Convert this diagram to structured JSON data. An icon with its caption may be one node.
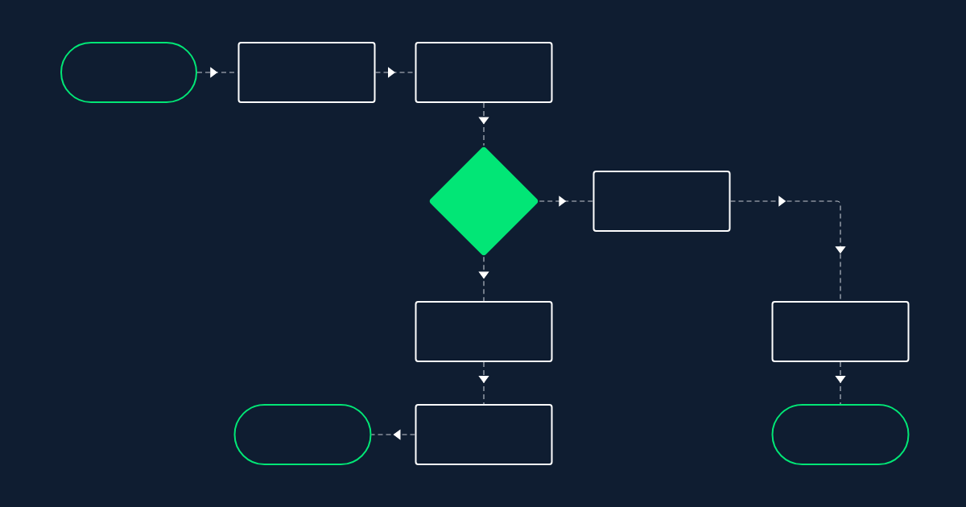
{
  "diagram": {
    "nodes": [
      {
        "text": [],
        "shape": "pill"
      },
      {
        "text": [],
        "shape": "box"
      },
      {
        "text": [],
        "shape": "box"
      },
      {
        "text": [],
        "shape": "diamond"
      },
      {
        "text": [],
        "shape": "box"
      },
      {
        "text": [],
        "shape": "box"
      },
      {
        "text": [],
        "shape": "box"
      },
      {
        "text": [],
        "shape": "pill"
      },
      {
        "text": [],
        "shape": "box"
      },
      {
        "text": [],
        "shape": "pill"
      }
    ],
    "edges": [
      {
        "from": 0,
        "to": 1,
        "arrow": "to",
        "style": "dashed"
      },
      {
        "from": 1,
        "to": 2,
        "arrow": "to",
        "style": "dashed"
      },
      {
        "from": 2,
        "to": 3,
        "arrow": "to",
        "style": "dashed"
      },
      {
        "from": 3,
        "to": 4,
        "arrow": "to",
        "style": "dashed"
      },
      {
        "from": 3,
        "to": 5,
        "arrow": "to",
        "style": "dashed"
      },
      {
        "from": 4,
        "to": 6,
        "arrow": "to",
        "style": "dashed"
      },
      {
        "from": 5,
        "to": 8,
        "arrow": "to",
        "style": "dashed"
      },
      {
        "from": 8,
        "to": 7,
        "arrow": "to",
        "style": "dashed"
      },
      {
        "from": 6,
        "to": 9,
        "arrow": "to",
        "style": "dashed"
      }
    ]
  }
}
